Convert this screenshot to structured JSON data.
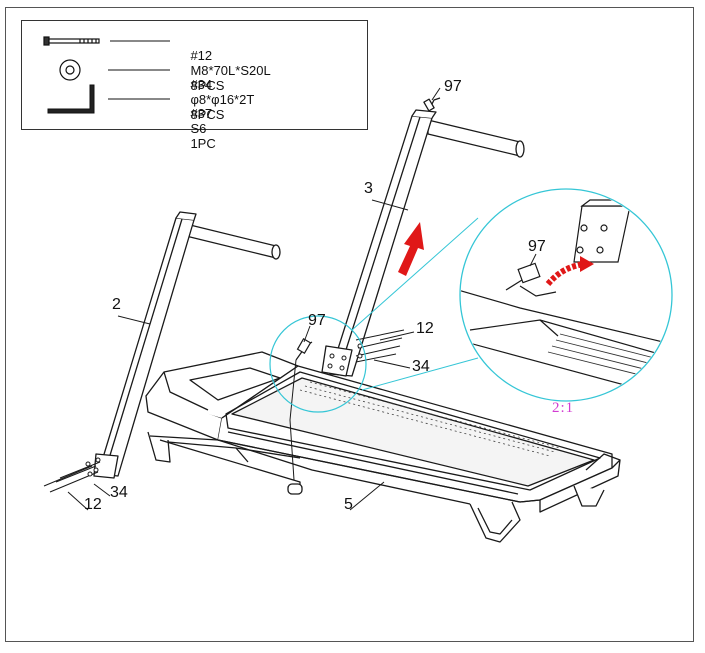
{
  "legend": {
    "items": [
      {
        "icon": "bolt-icon",
        "id": "#12",
        "spec": "M8*70L*S20L",
        "qty": "8PCS"
      },
      {
        "icon": "washer-icon",
        "id": "#34",
        "spec": "φ8*φ16*2T",
        "qty": "8PCS"
      },
      {
        "icon": "allen-key-icon",
        "id": "#37",
        "spec": "S6",
        "qty": "1PC"
      }
    ]
  },
  "callouts": {
    "part_97_main": "97",
    "part_3": "3",
    "part_2": "2",
    "part_97_center": "97",
    "part_12_right": "12",
    "part_34_right": "34",
    "part_12_left": "12",
    "part_34_left": "34",
    "part_5": "5",
    "part_97_detail": "97"
  },
  "detail": {
    "scale": "2:1"
  },
  "colors": {
    "line": "#1a1a1a",
    "detail_circle": "#35c6d6",
    "arrow_red": "#e01818",
    "scale_text": "#d23cd2"
  }
}
